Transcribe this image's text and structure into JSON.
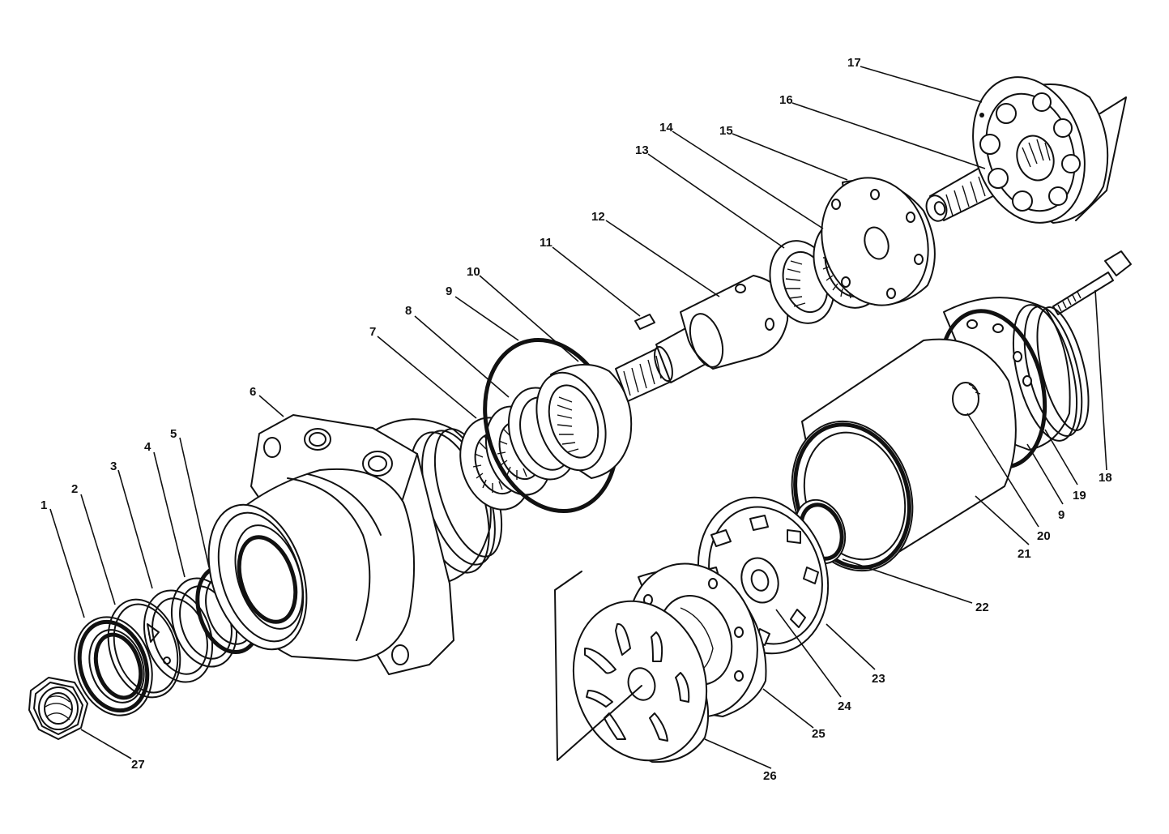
{
  "callouts": [
    "1",
    "2",
    "3",
    "4",
    "5",
    "6",
    "7",
    "8",
    "9",
    "10",
    "11",
    "12",
    "13",
    "14",
    "15",
    "16",
    "17",
    "18",
    "19",
    "9",
    "20",
    "21",
    "22",
    "23",
    "24",
    "25",
    "26",
    "27"
  ]
}
